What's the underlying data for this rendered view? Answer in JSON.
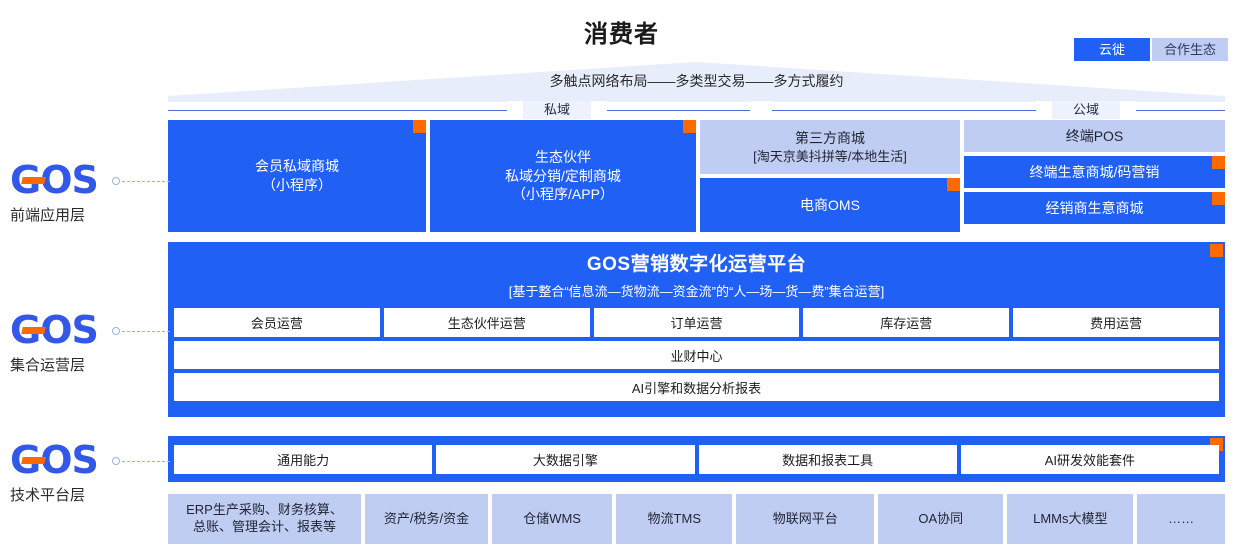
{
  "header": {
    "title": "消费者",
    "banner_text": "多触点网络布局——多类型交易——多方式履约"
  },
  "legend": {
    "items": [
      {
        "label": "云徙",
        "color": "#2160f5",
        "kind": "primary"
      },
      {
        "label": "合作生态",
        "color": "#c0cdf2",
        "kind": "partner"
      }
    ]
  },
  "domains": {
    "private": "私域",
    "public": "公域"
  },
  "rail": [
    {
      "logo": "GOS",
      "label": "前端应用层"
    },
    {
      "logo": "GOS",
      "label": "集合运营层"
    },
    {
      "logo": "GOS",
      "label": "技术平台层"
    }
  ],
  "frontend": {
    "member_mall": "会员私域商城\n（小程序）",
    "member_mall_line1": "会员私域商城",
    "member_mall_line2": "（小程序）",
    "partner_mall_line1": "生态伙伴",
    "partner_mall_line2": "私域分销/定制商城",
    "partner_mall_line3": "（小程序/APP）",
    "third_party_line1": "第三方商城",
    "third_party_line2": "[淘天京美抖拼等/本地生活]",
    "ecom_oms": "电商OMS",
    "pos": "终端POS",
    "terminal_mall": "终端生意商城/码营销",
    "dealer_mall": "经销商生意商城"
  },
  "gos_platform": {
    "title": "GOS营销数字化运营平台",
    "subtitle": "[基于整合“信息流—货物流—资金流”的“人—场—货—费”集合运营]",
    "operations": [
      "会员运营",
      "生态伙伴运营",
      "订单运营",
      "库存运营",
      "费用运营"
    ],
    "center_bar": "业财中心",
    "ai_bar": "AI引擎和数据分析报表"
  },
  "tech_platform": {
    "capabilities": [
      "通用能力",
      "大数据引擎",
      "数据和报表工具",
      "AI研发效能套件"
    ],
    "base_systems": [
      {
        "label": "ERP生产采购、财务核算、\n总账、管理会计、报表等",
        "line1": "ERP生产采购、财务核算、",
        "line2": "总账、管理会计、报表等",
        "width": 196
      },
      {
        "label": "资产/税务/资金",
        "line1": "资产/税务/资金",
        "line2": "",
        "width": 125
      },
      {
        "label": "仓储WMS",
        "line1": "仓储WMS",
        "line2": "",
        "width": 122
      },
      {
        "label": "物流TMS",
        "line1": "物流TMS",
        "line2": "",
        "width": 118
      },
      {
        "label": "物联网平台",
        "line1": "物联网平台",
        "line2": "",
        "width": 140
      },
      {
        "label": "OA协同",
        "line1": "OA协同",
        "line2": "",
        "width": 127
      },
      {
        "label": "LMMs大模型",
        "line1": "LMMs大模型",
        "line2": "",
        "width": 128
      },
      {
        "label": "……",
        "line1": "……",
        "line2": "",
        "width": 89
      }
    ]
  },
  "colors": {
    "primary_blue": "#2160f5",
    "light_blue": "#c0cdf2",
    "accent_orange": "#ff6a00",
    "logo_blue": "#3358e8"
  }
}
